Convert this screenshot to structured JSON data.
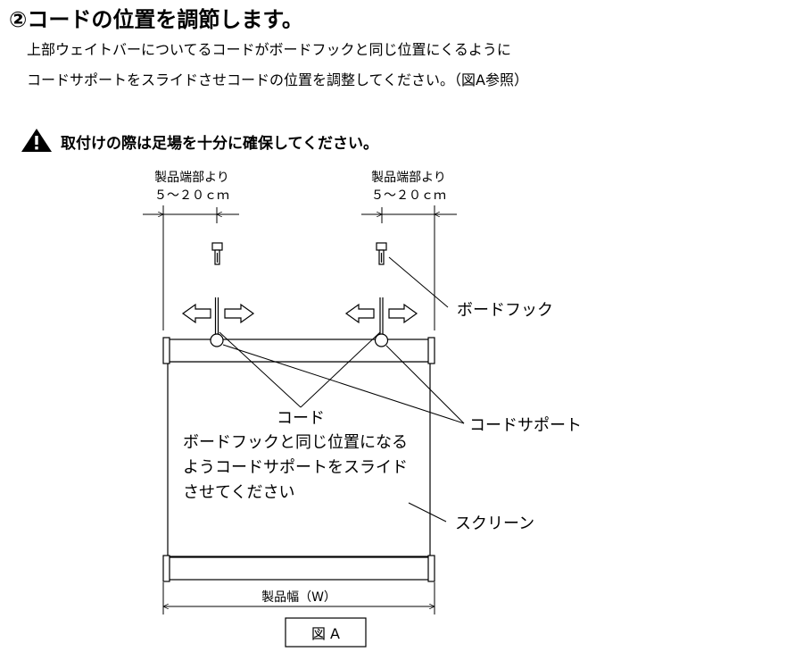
{
  "heading": {
    "title": "②コードの位置を調節します。",
    "line1": "上部ウェイトバーについてるコードがボードフックと同じ位置にくるように",
    "line2": "コードサポートをスライドさせコードの位置を調整してください。（図A参照）"
  },
  "warning": {
    "icon": "warning-triangle-icon",
    "text": "取付けの際は足場を十分に確保してください。"
  },
  "diagram": {
    "dim_left": {
      "line1": "製品端部より",
      "line2": "５～２０ｃｍ"
    },
    "dim_right": {
      "line1": "製品端部より",
      "line2": "５～２０ｃｍ"
    },
    "label_board_hook": "ボードフック",
    "label_cord": "コード",
    "instruction": [
      "ボードフックと同じ位置になる",
      "ようコードサポートをスライド",
      "させてください"
    ],
    "label_cord_support": "コードサポート",
    "label_screen": "スクリーン",
    "label_width": "製品幅（W）",
    "figure_caption": "図 A"
  }
}
